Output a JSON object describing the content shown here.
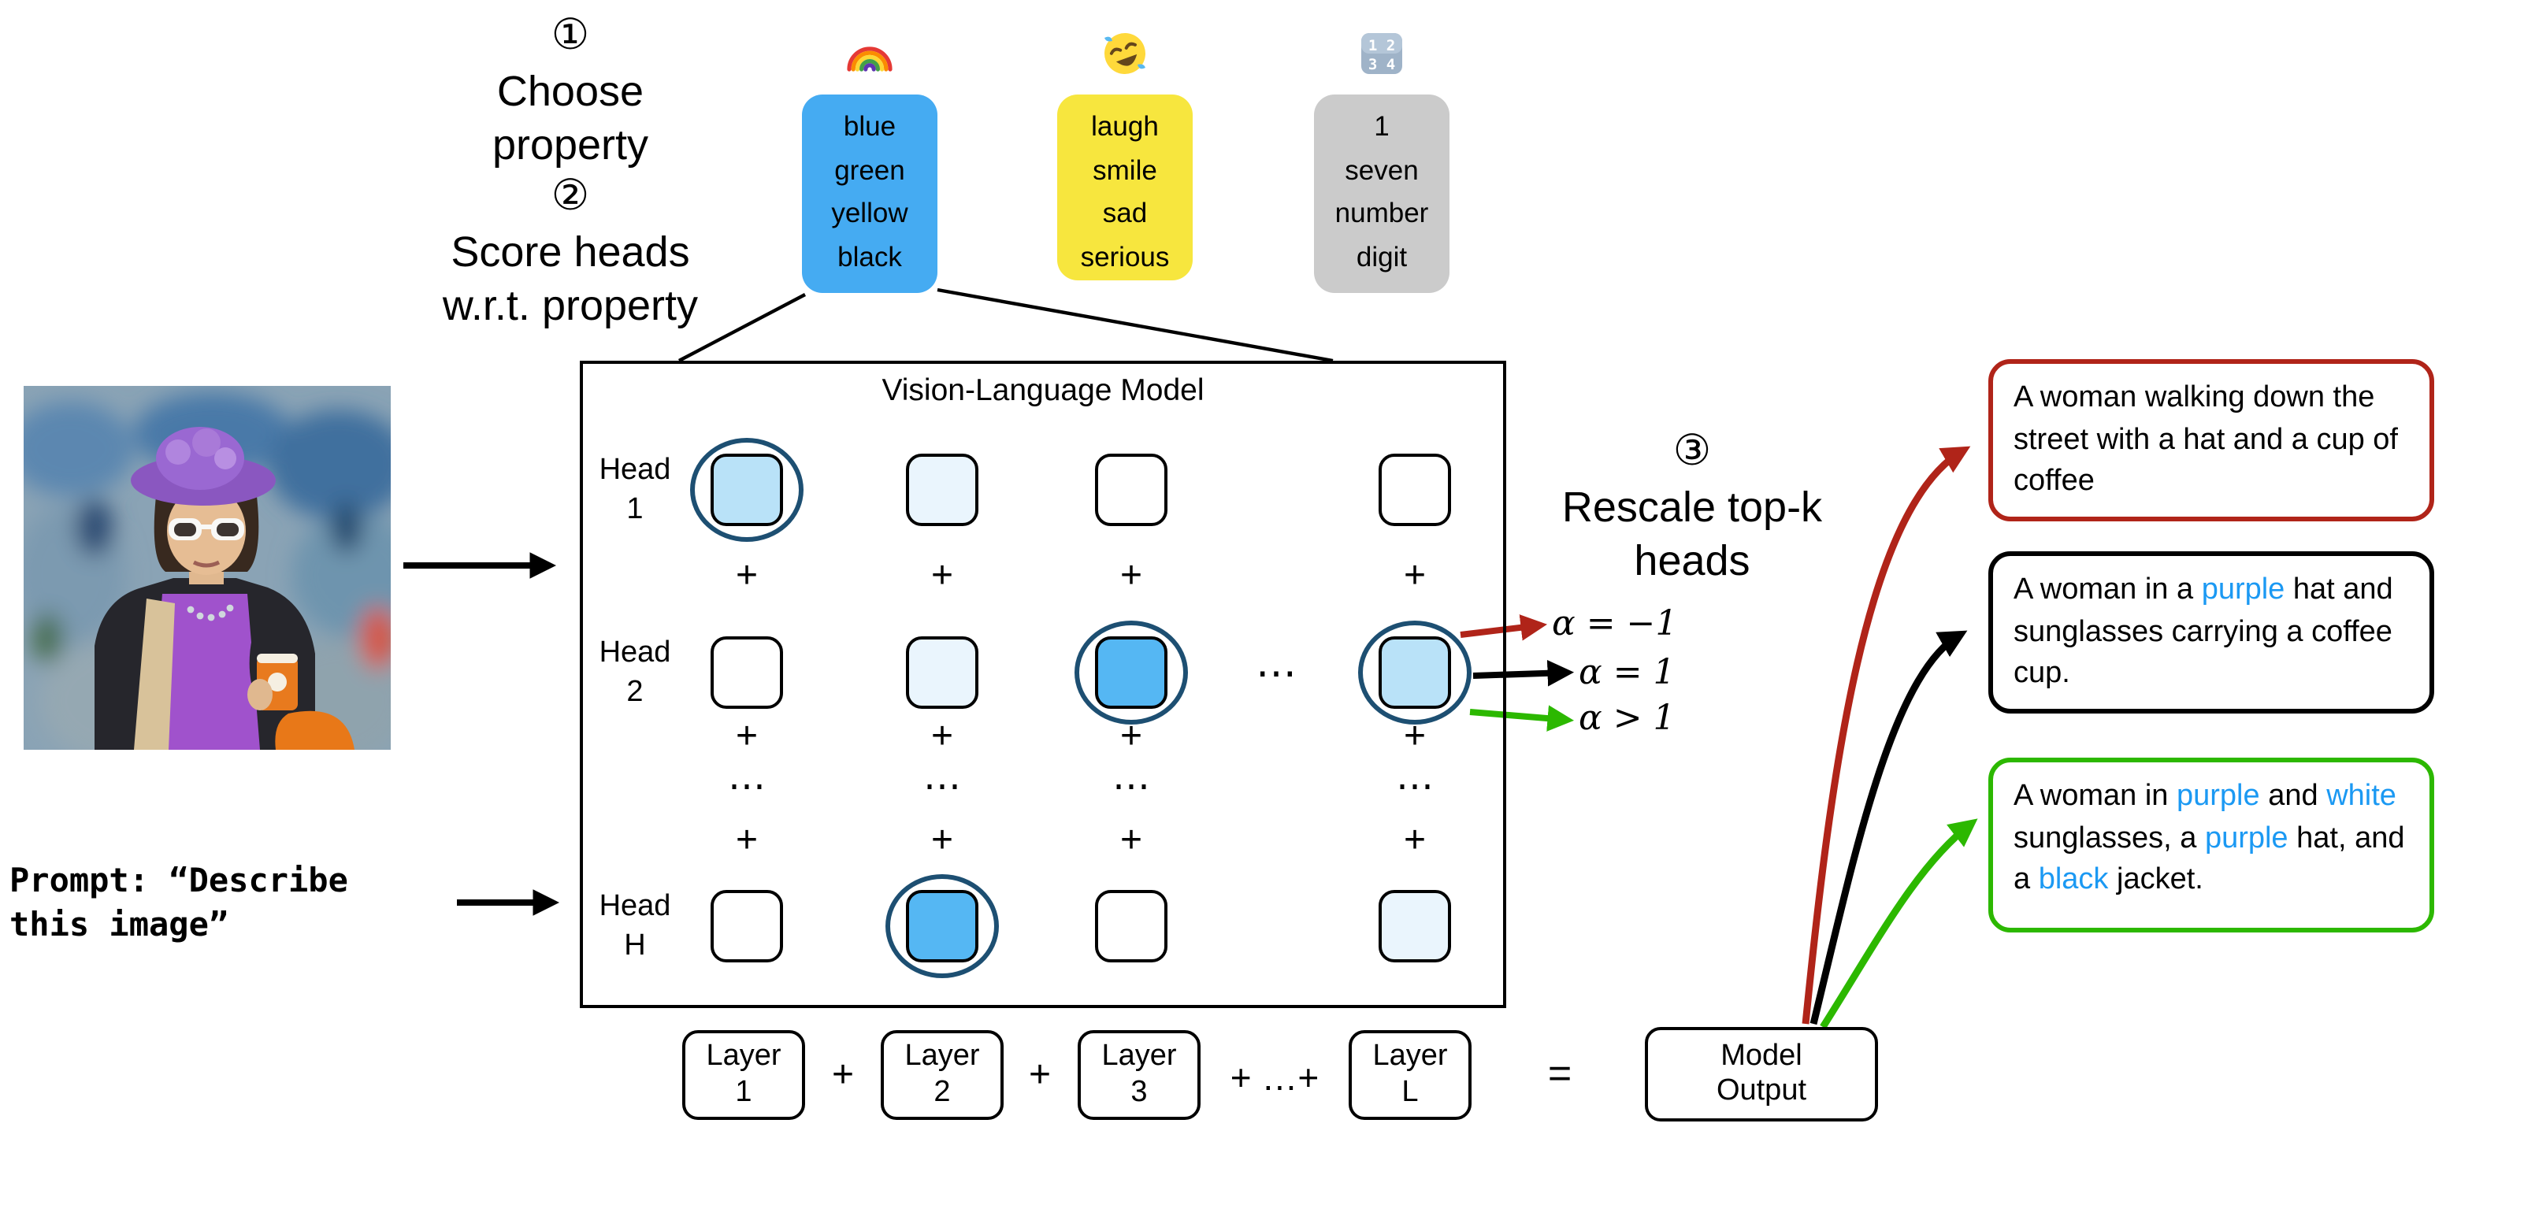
{
  "steps": [
    {
      "num": "①",
      "label": "Choose\nproperty"
    },
    {
      "num": "②",
      "label": "Score heads\nw.r.t. property"
    },
    {
      "num": "③",
      "label": "Rescale top-k\nheads"
    }
  ],
  "property_cards": [
    {
      "icon": "rainbow-icon",
      "bg": "#45abf2",
      "words": "blue\ngreen\nyellow\nblack"
    },
    {
      "icon": "rofl-emoji-icon",
      "bg": "#f7e63e",
      "words": "laugh\nsmile\nsad\nserious"
    },
    {
      "icon": "input-numbers-icon",
      "bg": "#cbcbcb",
      "words": "1\nseven\nnumber\ndigit"
    }
  ],
  "vlm": {
    "title": "Vision-Language Model",
    "plus": "+",
    "hdots": "⋯",
    "vdots": "⋯",
    "circle_color": "#1d4f72",
    "fill_colors": {
      "none": "#ffffff",
      "faint": "#eaf5fd",
      "light": "#b9e2f8",
      "medium": "#55b7f3"
    },
    "head_rows": [
      {
        "label": "Head\n1",
        "cells": [
          {
            "fill": "light",
            "circled": true
          },
          {
            "fill": "faint",
            "circled": false
          },
          {
            "fill": "none",
            "circled": false
          },
          {
            "fill": "none",
            "circled": false
          }
        ]
      },
      {
        "label": "Head\n2",
        "cells": [
          {
            "fill": "none",
            "circled": false
          },
          {
            "fill": "faint",
            "circled": false
          },
          {
            "fill": "medium",
            "circled": true
          },
          {
            "fill": "light",
            "circled": true
          }
        ]
      },
      {
        "label": "Head\nH",
        "cells": [
          {
            "fill": "none",
            "circled": false
          },
          {
            "fill": "medium",
            "circled": true
          },
          {
            "fill": "none",
            "circled": false
          },
          {
            "fill": "faint",
            "circled": false
          }
        ]
      }
    ]
  },
  "alphas": [
    {
      "label": "α = −1",
      "color": "#b02419"
    },
    {
      "label": "α = 1",
      "color": "#000000"
    },
    {
      "label": "α > 1",
      "color": "#2cb800"
    }
  ],
  "prompt": "Prompt: “Describe\nthis image”",
  "bottom": {
    "layers": [
      "Layer\n1",
      "Layer\n2",
      "Layer\n3",
      "Layer\nL"
    ],
    "plus": "+",
    "dots_plus": "+ …+",
    "equals": "=",
    "output_label": "Model\nOutput"
  },
  "outputs": [
    {
      "border": "#b02419",
      "segments": [
        [
          "A woman walking down the street with a hat and a cup of coffee",
          "#000000"
        ]
      ]
    },
    {
      "border": "#000000",
      "segments": [
        [
          "A woman in a ",
          "#000000"
        ],
        [
          "purple",
          "#1b99f3"
        ],
        [
          " hat and sunglasses carrying a coffee cup.",
          "#000000"
        ]
      ]
    },
    {
      "border": "#2cb800",
      "segments": [
        [
          "A woman in ",
          "#000000"
        ],
        [
          "purple",
          "#1b99f3"
        ],
        [
          " and ",
          "#000000"
        ],
        [
          "white",
          "#1b99f3"
        ],
        [
          " sunglasses, a ",
          "#000000"
        ],
        [
          "purple",
          "#1b99f3"
        ],
        [
          " hat, and a ",
          "#000000"
        ],
        [
          "black",
          "#1b99f3"
        ],
        [
          " jacket.",
          "#000000"
        ]
      ]
    }
  ]
}
